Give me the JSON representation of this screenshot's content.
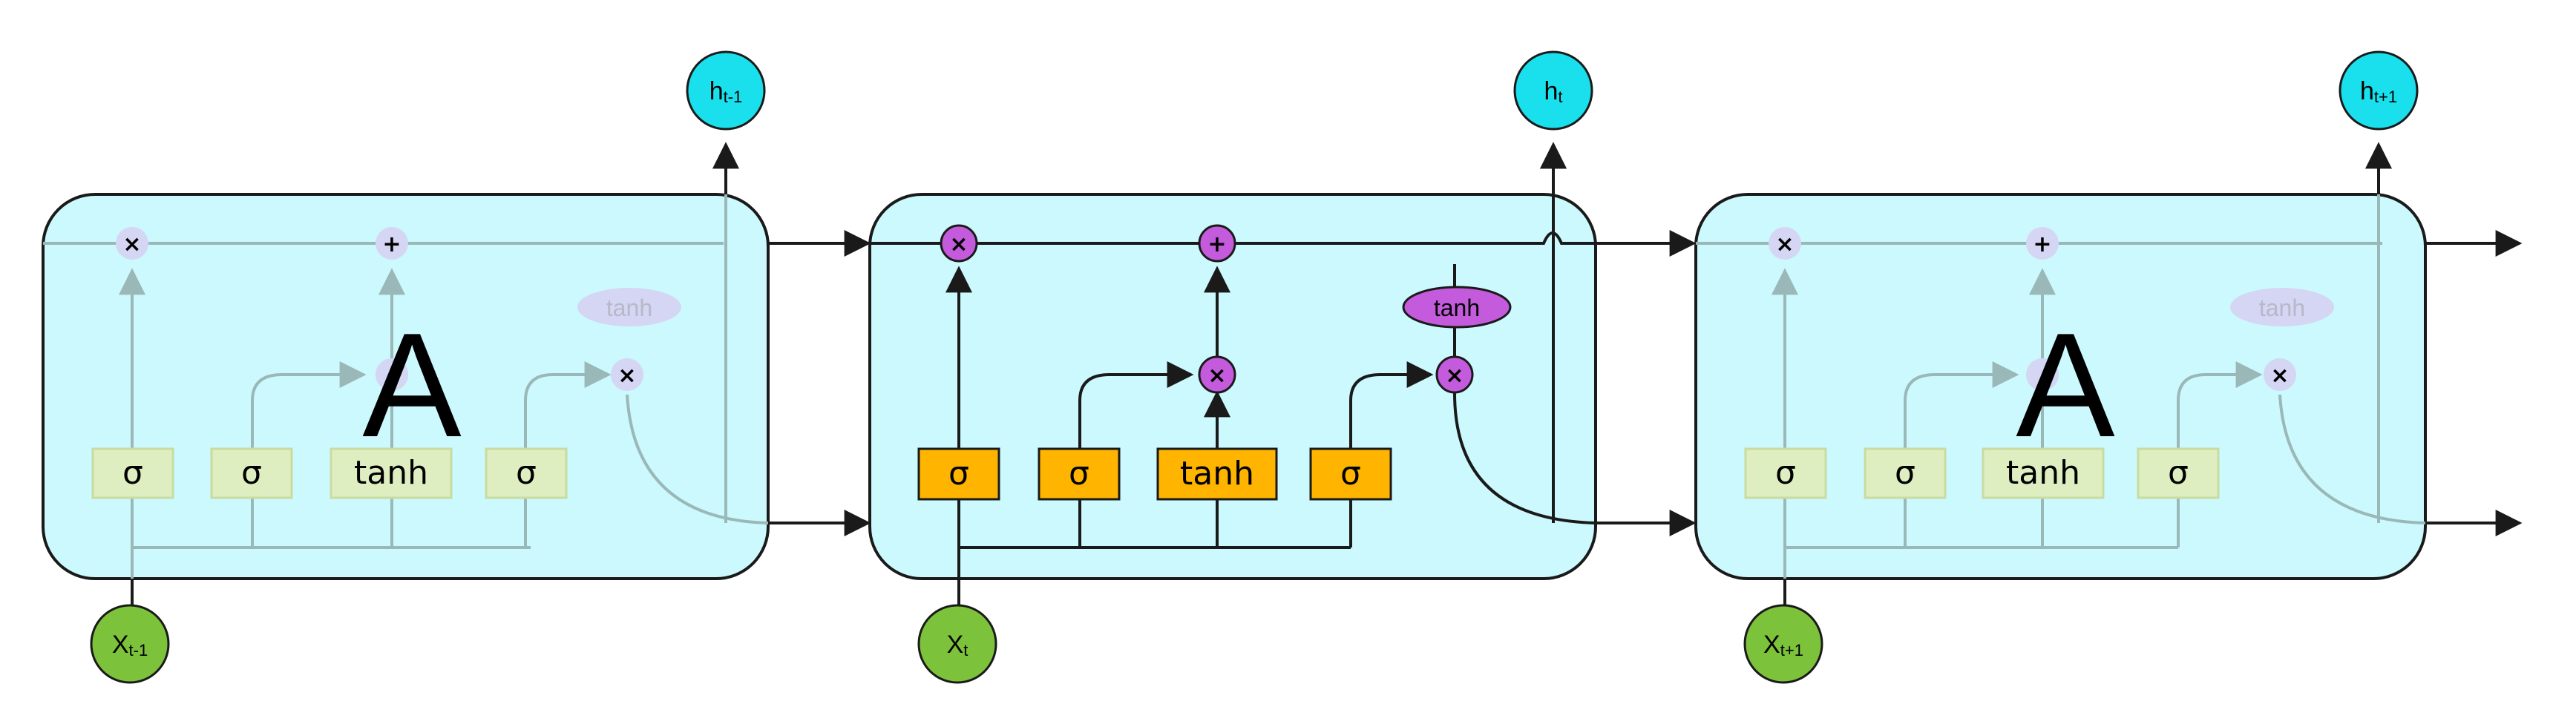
{
  "colors": {
    "cell_fill": "#ccf9fd",
    "cell_stroke": "#1a1a1a",
    "gate_fill": "#ffb400",
    "gate_stroke": "#1a1a1a",
    "op_fill": "#c45bdc",
    "hidden_node_fill": "#19e0ec",
    "input_node_fill": "#7cc23a",
    "faded_gate_fill": "#dfeec0",
    "faded_gate_stroke": "#c9dca0",
    "faded_op_fill": "#d4d6f4",
    "faded_text": "#b8b8c8",
    "line": "#1a1a1a",
    "faded_line": "#9bb8b8"
  },
  "cells": [
    {
      "label": "A",
      "gates": [
        "σ",
        "σ",
        "tanh",
        "σ"
      ],
      "tanh_label": "tanh",
      "multiply_symbol": "×",
      "add_symbol": "+",
      "input": {
        "main": "X",
        "sub": "t-1"
      },
      "output": {
        "main": "h",
        "sub": "t-1"
      },
      "faded": true
    },
    {
      "label": "",
      "gates": [
        "σ",
        "σ",
        "tanh",
        "σ"
      ],
      "tanh_label": "tanh",
      "multiply_symbol": "×",
      "add_symbol": "+",
      "input": {
        "main": "X",
        "sub": "t"
      },
      "output": {
        "main": "h",
        "sub": "t"
      },
      "faded": false
    },
    {
      "label": "A",
      "gates": [
        "σ",
        "σ",
        "tanh",
        "σ"
      ],
      "tanh_label": "tanh",
      "multiply_symbol": "×",
      "add_symbol": "+",
      "input": {
        "main": "X",
        "sub": "t+1"
      },
      "output": {
        "main": "h",
        "sub": "t+1"
      },
      "faded": true
    }
  ]
}
